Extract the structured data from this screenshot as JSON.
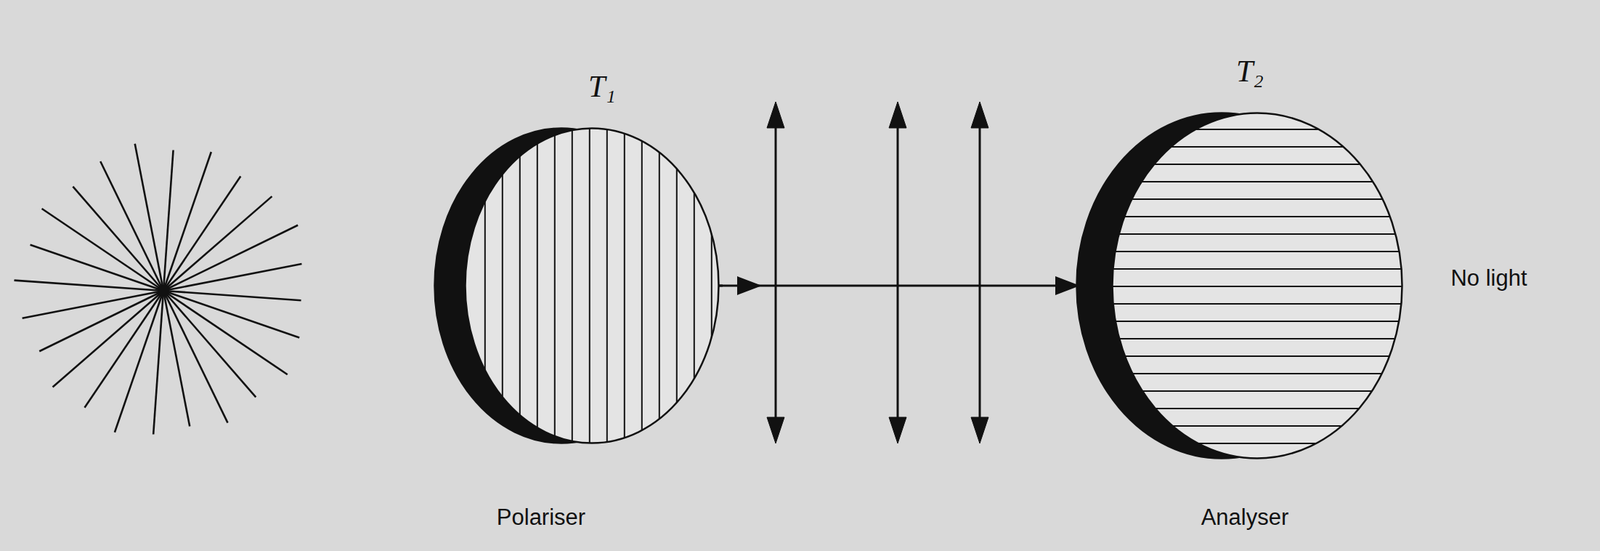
{
  "diagram": {
    "nodes": [
      {
        "text": [
          "T₁",
          "Polariser"
        ]
      },
      {
        "text": [
          "T₂",
          "Analyser"
        ]
      }
    ],
    "edges": [
      {
        "from": 0,
        "to": 1,
        "arrow": "to"
      }
    ],
    "labels": [
      "No light"
    ]
  }
}
